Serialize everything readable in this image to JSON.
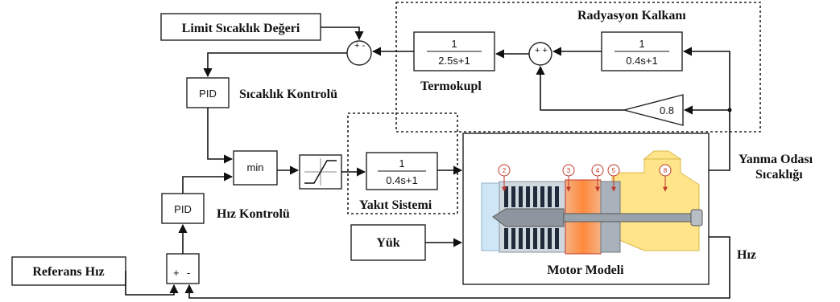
{
  "labels": {
    "limit_value": "Limit Sıcaklık Değeri",
    "radiation_shield": "Radyasyon Kalkanı",
    "thermocouple": "Termokupl",
    "temperature_control": "Sıcaklık Kontrolü",
    "speed_control": "Hız Kontrolü",
    "fuel_system": "Yakıt Sistemi",
    "combustion_line1": "Yanma Odası",
    "combustion_line2": "Sıcaklığı",
    "load": "Yük",
    "motor_model": "Motor Modeli",
    "speed": "Hız",
    "reference_speed": "Referans Hız"
  },
  "blocks": {
    "tf_thermocouple_num": "1",
    "tf_thermocouple_den": "2.5s+1",
    "tf_shield_num": "1",
    "tf_shield_den": "0.4s+1",
    "tf_fuel_num": "1",
    "tf_fuel_den": "0.4s+1",
    "gain": "0.8",
    "pid_temp": "PID",
    "pid_speed": "PID",
    "min": "min",
    "sum_temp_signs": "+ -",
    "sum_shield_signs": "+ +",
    "sum_ref_plus": "+",
    "sum_ref_minus": "-"
  },
  "engine_stations": [
    "2",
    "3",
    "4",
    "5",
    "8"
  ]
}
